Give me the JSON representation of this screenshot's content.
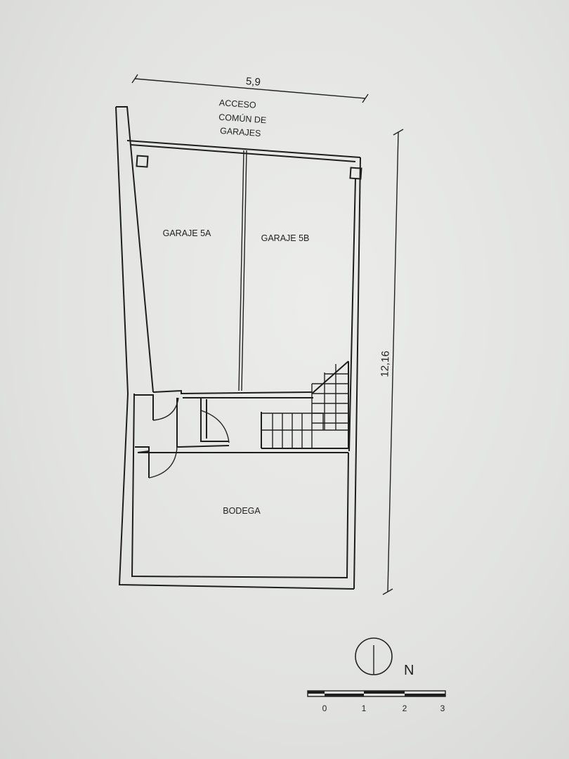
{
  "plan": {
    "dim_width": "5,9",
    "dim_length": "12,16",
    "access_lines": [
      "ACCESO",
      "COMÚN DE",
      "GARAJES"
    ],
    "room_5a": "GARAJE 5A",
    "room_5b": "GARAJE 5B",
    "room_bodega": "BODEGA",
    "north": "N",
    "scale_ticks": [
      "0",
      "1",
      "2",
      "3"
    ]
  },
  "colors": {
    "paper": "#e4e5e3",
    "ink": "#1e1e1e"
  }
}
